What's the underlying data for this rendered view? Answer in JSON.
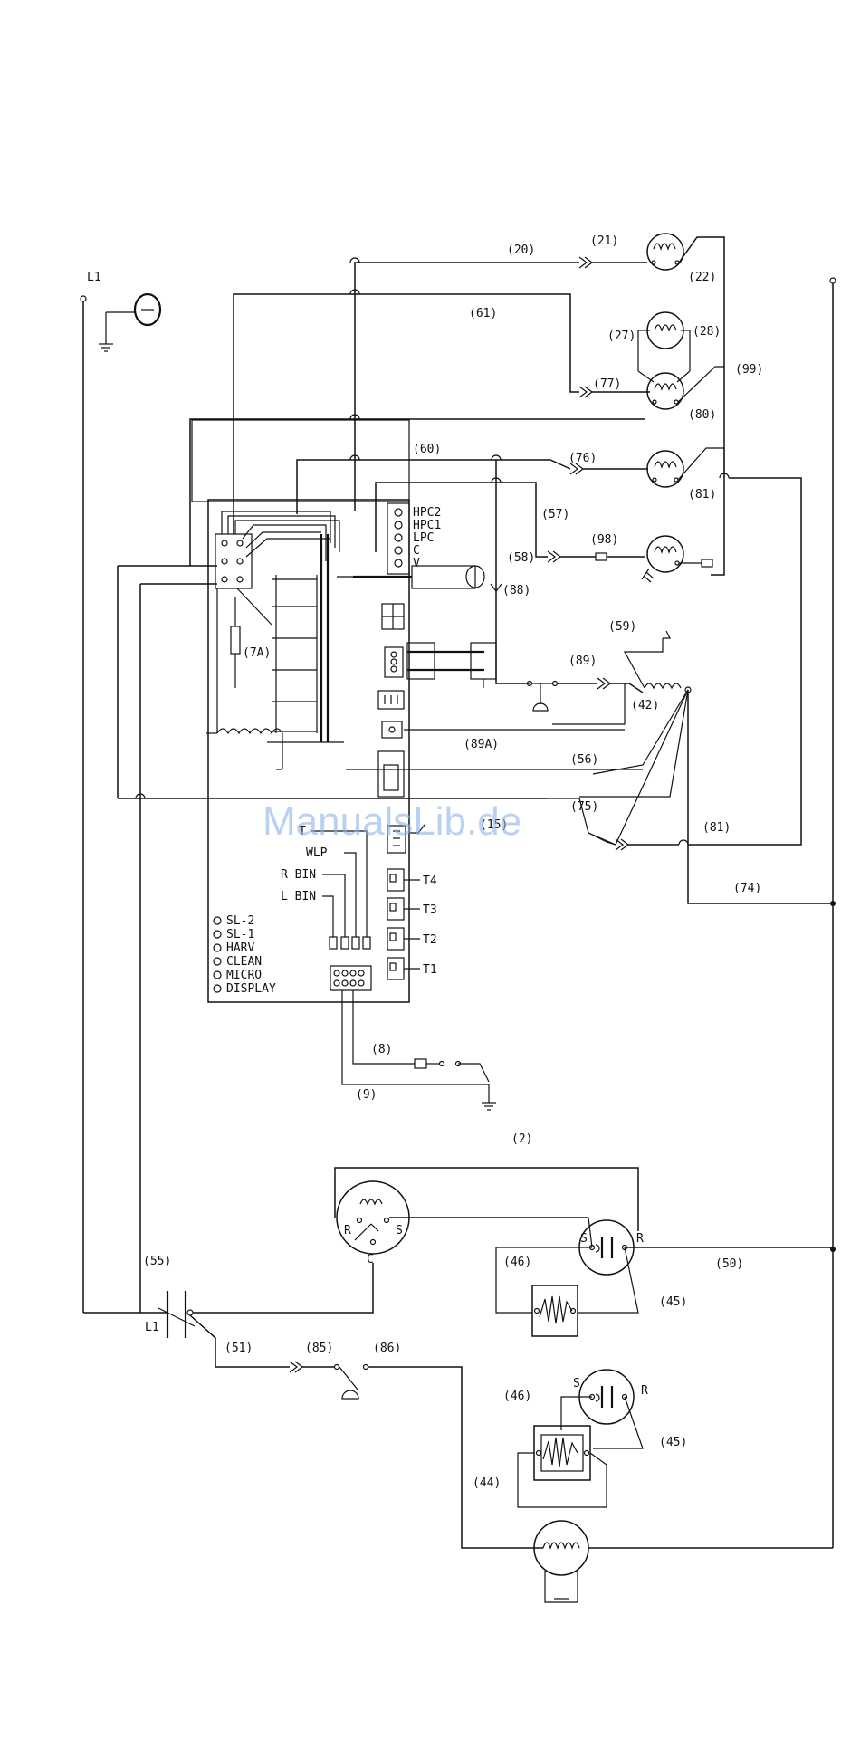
{
  "watermark": "ManualsLib.de",
  "labels": {
    "l1_top": "L1",
    "l1_contactor": "L1",
    "w20": "(20)",
    "w21": "(21)",
    "w22": "(22)",
    "w61": "(61)",
    "w27": "(27)",
    "w28": "(28)",
    "w77": "(77)",
    "w80": "(80)",
    "w99": "(99)",
    "w60": "(60)",
    "w76": "(76)",
    "w81a": "(81)",
    "w57": "(57)",
    "w58": "(58)",
    "w98": "(98)",
    "w88": "(88)",
    "w59": "(59)",
    "w89": "(89)",
    "w42": "(42)",
    "w7a": "(7A)",
    "w89a": "(89A)",
    "w56": "(56)",
    "w75": "(75)",
    "w15": "(15)",
    "w81b": "(81)",
    "w74": "(74)",
    "w8": "(8)",
    "w9": "(9)",
    "w2": "(2)",
    "w55": "(55)",
    "w46a": "(46)",
    "w50": "(50)",
    "w45a": "(45)",
    "w51": "(51)",
    "w85": "(85)",
    "w86": "(86)",
    "w46b": "(46)",
    "w45b": "(45)",
    "w44": "(44)"
  },
  "terminals": {
    "hpc2": "HPC2",
    "hpc1": "HPC1",
    "lpc": "LPC",
    "c": "C",
    "v": "V",
    "t4": "T4",
    "t3": "T3",
    "t2": "T2",
    "t1": "T1",
    "t": "T",
    "wlp": "WLP",
    "rbin": "R BIN",
    "lbin": "L BIN"
  },
  "compressor": {
    "r": "R",
    "s": "S",
    "c": "C"
  },
  "start_relay_1": {
    "s": "S",
    "r": "R"
  },
  "start_relay_2": {
    "s": "S",
    "r": "R"
  },
  "indicator_lights": [
    "SL-2",
    "SL-1",
    "HARV",
    "CLEAN",
    "MICRO",
    "DISPLAY"
  ]
}
